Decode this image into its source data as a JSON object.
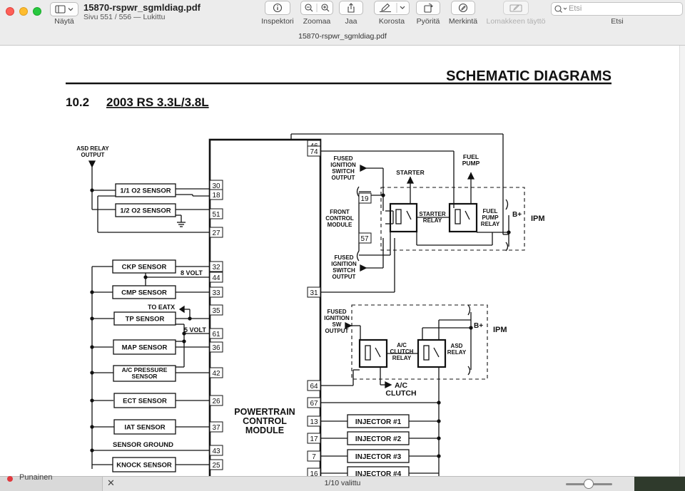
{
  "window": {
    "title": "15870-rspwr_sgmldiag.pdf",
    "subtitle": "Sivu 551 / 556 — Lukittu",
    "tab_title": "15870-rspwr_sgmldiag.pdf"
  },
  "toolbar": {
    "view_label": "Näytä",
    "inspector_label": "Inspektori",
    "zoom_label": "Zoomaa",
    "share_label": "Jaa",
    "highlight_label": "Korosta",
    "rotate_label": "Pyöritä",
    "markup_label": "Merkintä",
    "form_label": "Lomakkeen täyttö",
    "search_label": "Etsi",
    "search_placeholder": "Etsi"
  },
  "status": {
    "sidebar_label": "Punainen",
    "selection": "1/10 valittu"
  },
  "page": {
    "header": "SCHEMATIC DIAGRAMS",
    "section_number": "10.2",
    "section_title": "2003 RS 3.3L/3.8L"
  },
  "diagram": {
    "asd_relay_output": [
      "ASD RELAY",
      "OUTPUT"
    ],
    "sensors": [
      {
        "label": "1/1 O2 SENSOR"
      },
      {
        "label": "1/2 O2 SENSOR"
      },
      {
        "label": "CKP SENSOR"
      },
      {
        "label": "CMP SENSOR"
      },
      {
        "label": "TP SENSOR"
      },
      {
        "label": "MAP SENSOR"
      },
      {
        "label": "A/C PRESSURE SENSOR"
      },
      {
        "label": "ECT SENSOR"
      },
      {
        "label": "IAT SENSOR"
      },
      {
        "label": "KNOCK SENSOR"
      }
    ],
    "text": {
      "volt8": "8 VOLT",
      "volt5": "5 VOLT",
      "to_eatx": "TO EATX",
      "sensor_ground": "SENSOR GROUND",
      "pcm": [
        "POWERTRAIN",
        "CONTROL",
        "MODULE"
      ],
      "fused_ign_1": [
        "FUSED",
        "IGNITION",
        "SWITCH",
        "OUTPUT"
      ],
      "fused_ign_2": [
        "FUSED",
        "IGNITION",
        "SWITCH",
        "OUTPUT"
      ],
      "fused_ign_3": [
        "FUSED",
        "IGNITION",
        "SW",
        "OUTPUT"
      ],
      "starter": "STARTER",
      "fuel_pump": [
        "FUEL",
        "PUMP"
      ],
      "front_control": [
        "FRONT",
        "CONTROL",
        "MODULE"
      ],
      "starter_relay": [
        "STARTER",
        "RELAY"
      ],
      "fuel_pump_relay": [
        "FUEL",
        "PUMP",
        "RELAY"
      ],
      "bplus": "B+",
      "ipm": "IPM",
      "ac_clutch_relay": [
        "A/C",
        "CLUTCH",
        "RELAY"
      ],
      "asd_relay": [
        "ASD",
        "RELAY"
      ],
      "ac_clutch": [
        "A/C",
        "CLUTCH"
      ]
    },
    "pins_left": [
      "30",
      "18",
      "51",
      "27",
      "32",
      "44",
      "33",
      "35",
      "61",
      "36",
      "42",
      "26",
      "37",
      "43",
      "25"
    ],
    "pins_right": [
      "46",
      "74",
      "31",
      "64",
      "67",
      "13",
      "17",
      "7",
      "16"
    ],
    "pins_fcm": [
      "19",
      "57"
    ],
    "injectors": [
      "INJECTOR #1",
      "INJECTOR #2",
      "INJECTOR #3",
      "INJECTOR #4"
    ]
  }
}
